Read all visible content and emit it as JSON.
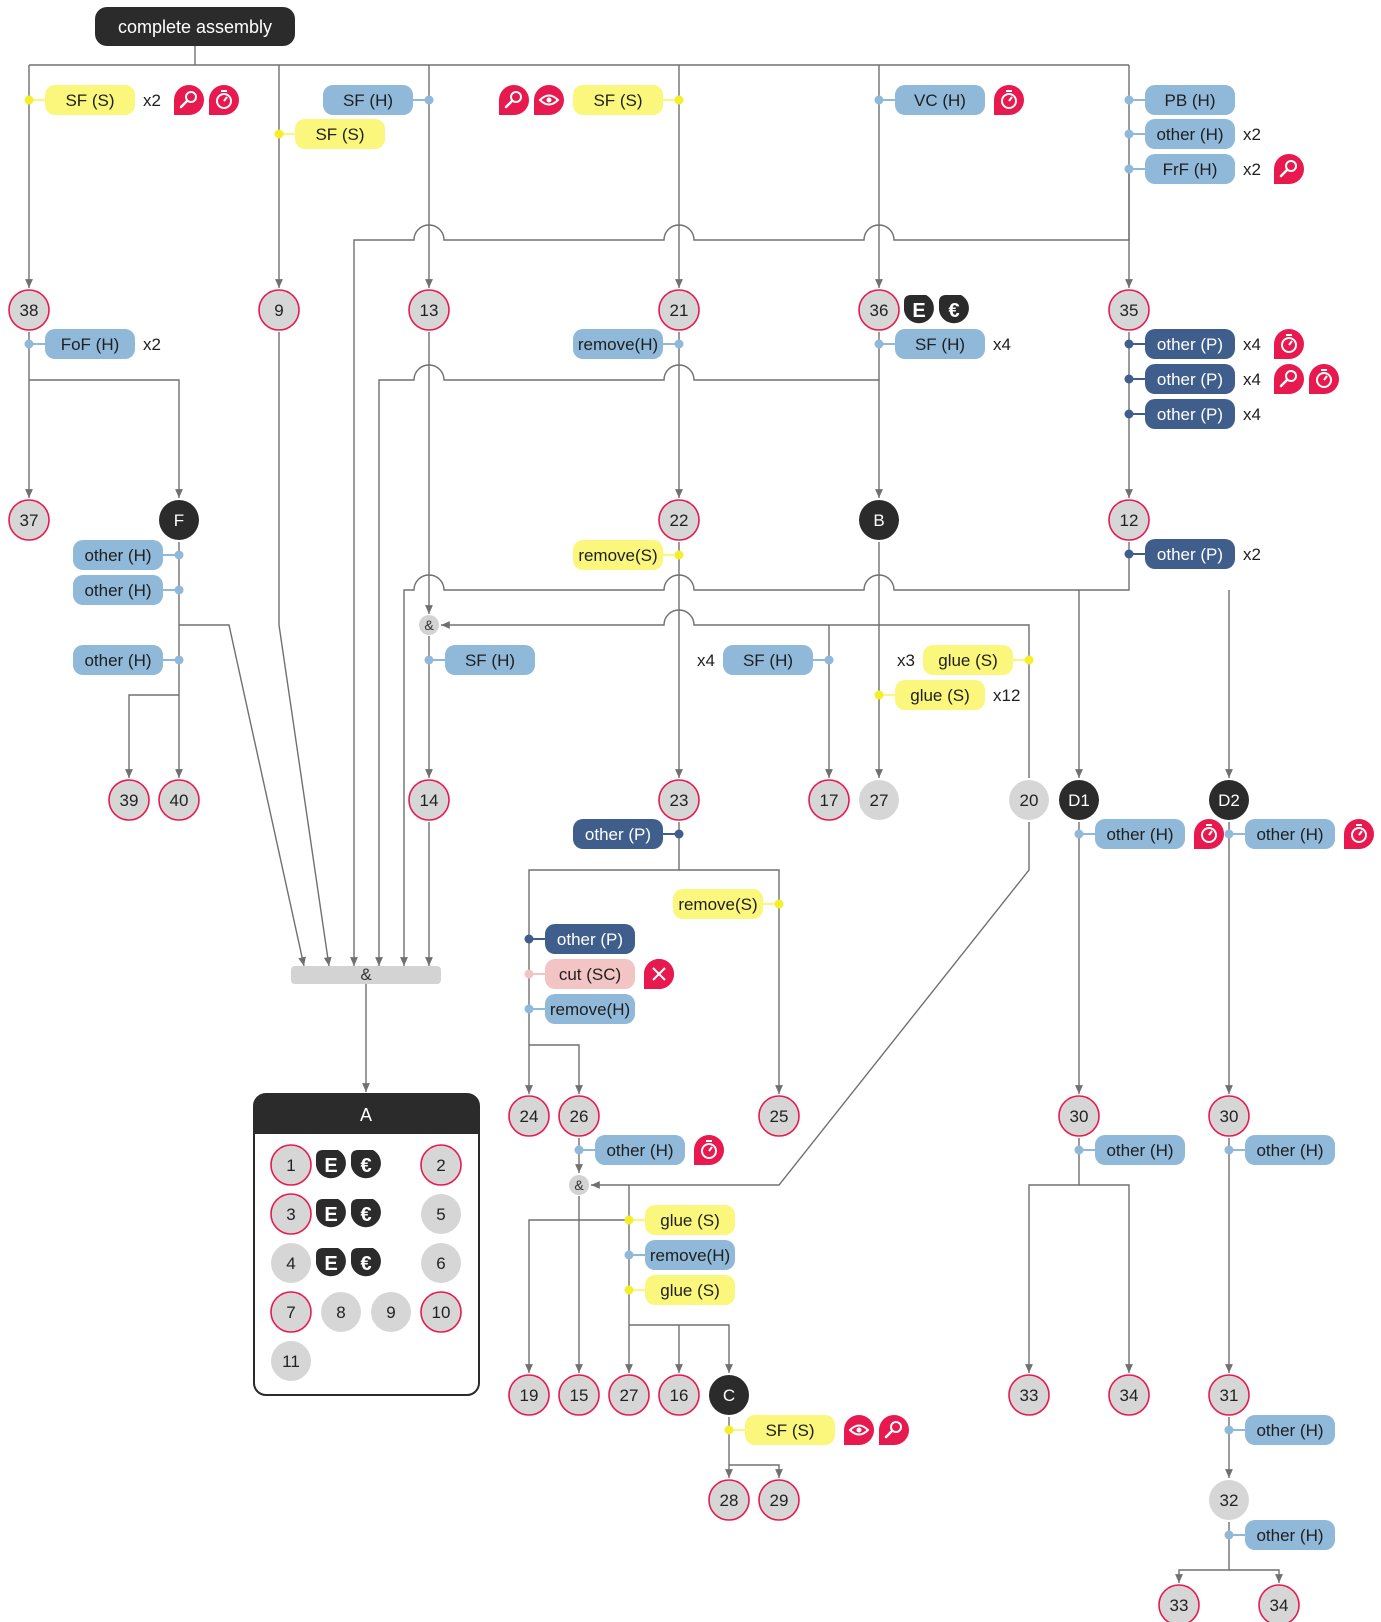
{
  "title": "complete assembly",
  "colors": {
    "S": "#fbf67c",
    "H": "#8fb8d9",
    "P": "#3f5e8c",
    "SC": "#f2c4c4",
    "alert": "#e8194e",
    "node_fill": "#d6d6d6",
    "node_border": "#e8194e",
    "hub": "#2b2b2b",
    "edge": "#707070"
  },
  "nodes": [
    {
      "id": "38",
      "label": "38",
      "kind": "circle",
      "red": true
    },
    {
      "id": "9",
      "label": "9",
      "kind": "circle",
      "red": true
    },
    {
      "id": "13",
      "label": "13",
      "kind": "circle",
      "red": true
    },
    {
      "id": "21",
      "label": "21",
      "kind": "circle",
      "red": true
    },
    {
      "id": "36",
      "label": "36",
      "kind": "circle",
      "red": true
    },
    {
      "id": "35",
      "label": "35",
      "kind": "circle",
      "red": true
    },
    {
      "id": "37",
      "label": "37",
      "kind": "circle",
      "red": true
    },
    {
      "id": "F",
      "label": "F",
      "kind": "hub"
    },
    {
      "id": "22",
      "label": "22",
      "kind": "circle",
      "red": true
    },
    {
      "id": "B",
      "label": "B",
      "kind": "hub"
    },
    {
      "id": "12",
      "label": "12",
      "kind": "circle",
      "red": true
    },
    {
      "id": "39",
      "label": "39",
      "kind": "circle",
      "red": true
    },
    {
      "id": "40",
      "label": "40",
      "kind": "circle",
      "red": true
    },
    {
      "id": "14",
      "label": "14",
      "kind": "circle",
      "red": true
    },
    {
      "id": "23",
      "label": "23",
      "kind": "circle",
      "red": true
    },
    {
      "id": "17",
      "label": "17",
      "kind": "circle",
      "red": true
    },
    {
      "id": "27a",
      "label": "27",
      "kind": "circle",
      "red": false
    },
    {
      "id": "20",
      "label": "20",
      "kind": "circle",
      "red": false
    },
    {
      "id": "D1",
      "label": "D1",
      "kind": "hub"
    },
    {
      "id": "D2",
      "label": "D2",
      "kind": "hub"
    },
    {
      "id": "24",
      "label": "24",
      "kind": "circle",
      "red": true
    },
    {
      "id": "26",
      "label": "26",
      "kind": "circle",
      "red": true
    },
    {
      "id": "25",
      "label": "25",
      "kind": "circle",
      "red": true
    },
    {
      "id": "30a",
      "label": "30",
      "kind": "circle",
      "red": true
    },
    {
      "id": "30b",
      "label": "30",
      "kind": "circle",
      "red": true
    },
    {
      "id": "19",
      "label": "19",
      "kind": "circle",
      "red": true
    },
    {
      "id": "15",
      "label": "15",
      "kind": "circle",
      "red": true
    },
    {
      "id": "27b",
      "label": "27",
      "kind": "circle",
      "red": true
    },
    {
      "id": "16",
      "label": "16",
      "kind": "circle",
      "red": true
    },
    {
      "id": "C",
      "label": "C",
      "kind": "hub"
    },
    {
      "id": "33a",
      "label": "33",
      "kind": "circle",
      "red": true
    },
    {
      "id": "34a",
      "label": "34",
      "kind": "circle",
      "red": true
    },
    {
      "id": "31",
      "label": "31",
      "kind": "circle",
      "red": true
    },
    {
      "id": "28",
      "label": "28",
      "kind": "circle",
      "red": true
    },
    {
      "id": "29",
      "label": "29",
      "kind": "circle",
      "red": true
    },
    {
      "id": "32",
      "label": "32",
      "kind": "circle",
      "red": false
    },
    {
      "id": "33b",
      "label": "33",
      "kind": "circle",
      "red": true
    },
    {
      "id": "34b",
      "label": "34",
      "kind": "circle",
      "red": true
    }
  ],
  "joins": [
    {
      "id": "j1",
      "label": "&"
    },
    {
      "id": "j2",
      "label": "&"
    },
    {
      "id": "bar",
      "label": "&"
    }
  ],
  "operations": [
    {
      "id": "o1",
      "label": "SF (S)",
      "type": "S",
      "mult": "x2",
      "icons": [
        "search-icon",
        "timer-icon"
      ]
    },
    {
      "id": "o2",
      "label": "SF (H)",
      "type": "H",
      "mult": "",
      "icons": []
    },
    {
      "id": "o3",
      "label": "SF (S)",
      "type": "S",
      "mult": "",
      "icons": []
    },
    {
      "id": "o4",
      "label": "SF (S)",
      "type": "S",
      "mult": "",
      "icons": [
        "eye-icon",
        "search-icon"
      ]
    },
    {
      "id": "o5",
      "label": "VC (H)",
      "type": "H",
      "mult": "",
      "icons": [
        "timer-icon"
      ]
    },
    {
      "id": "o6",
      "label": "PB (H)",
      "type": "H",
      "mult": "",
      "icons": []
    },
    {
      "id": "o7",
      "label": "other (H)",
      "type": "H",
      "mult": "x2",
      "icons": []
    },
    {
      "id": "o8",
      "label": "FrF (H)",
      "type": "H",
      "mult": "x2",
      "icons": [
        "search-icon"
      ]
    },
    {
      "id": "o9",
      "label": "FoF (H)",
      "type": "H",
      "mult": "x2",
      "icons": []
    },
    {
      "id": "o10",
      "label": "remove(H)",
      "type": "H",
      "mult": "",
      "icons": []
    },
    {
      "id": "o11",
      "label": "SF (H)",
      "type": "H",
      "mult": "x4",
      "icons": []
    },
    {
      "id": "o12",
      "label": "other (P)",
      "type": "P",
      "mult": "x4",
      "icons": [
        "timer-icon"
      ]
    },
    {
      "id": "o13",
      "label": "other (P)",
      "type": "P",
      "mult": "x4",
      "icons": [
        "search-icon",
        "timer-icon"
      ]
    },
    {
      "id": "o14",
      "label": "other (P)",
      "type": "P",
      "mult": "x4",
      "icons": []
    },
    {
      "id": "o15",
      "label": "other (H)",
      "type": "H",
      "mult": "",
      "icons": []
    },
    {
      "id": "o16",
      "label": "other (H)",
      "type": "H",
      "mult": "",
      "icons": []
    },
    {
      "id": "o17",
      "label": "remove(S)",
      "type": "S",
      "mult": "",
      "icons": []
    },
    {
      "id": "o18",
      "label": "other (P)",
      "type": "P",
      "mult": "x2",
      "icons": []
    },
    {
      "id": "o19",
      "label": "other (H)",
      "type": "H",
      "mult": "",
      "icons": []
    },
    {
      "id": "o20",
      "label": "SF (H)",
      "type": "H",
      "mult": "",
      "icons": []
    },
    {
      "id": "o21",
      "label": "SF (H)",
      "type": "H",
      "mult": "x4",
      "icons": []
    },
    {
      "id": "o22",
      "label": "glue (S)",
      "type": "S",
      "mult": "x3",
      "icons": []
    },
    {
      "id": "o23",
      "label": "glue (S)",
      "type": "S",
      "mult": "x12",
      "icons": []
    },
    {
      "id": "o24",
      "label": "other (P)",
      "type": "P",
      "mult": "",
      "icons": []
    },
    {
      "id": "o25",
      "label": "other (H)",
      "type": "H",
      "mult": "",
      "icons": [
        "timer-icon"
      ]
    },
    {
      "id": "o26",
      "label": "other (H)",
      "type": "H",
      "mult": "",
      "icons": [
        "timer-icon"
      ]
    },
    {
      "id": "o27",
      "label": "remove(S)",
      "type": "S",
      "mult": "",
      "icons": []
    },
    {
      "id": "o28",
      "label": "other (P)",
      "type": "P",
      "mult": "",
      "icons": []
    },
    {
      "id": "o29",
      "label": "cut (SC)",
      "type": "SC",
      "mult": "",
      "icons": [
        "cross-icon"
      ]
    },
    {
      "id": "o30",
      "label": "remove(H)",
      "type": "H",
      "mult": "",
      "icons": []
    },
    {
      "id": "o31",
      "label": "other (H)",
      "type": "H",
      "mult": "",
      "icons": [
        "timer-icon"
      ]
    },
    {
      "id": "o32",
      "label": "other (H)",
      "type": "H",
      "mult": "",
      "icons": []
    },
    {
      "id": "o33",
      "label": "other (H)",
      "type": "H",
      "mult": "",
      "icons": []
    },
    {
      "id": "o34",
      "label": "glue (S)",
      "type": "S",
      "mult": "",
      "icons": []
    },
    {
      "id": "o35",
      "label": "remove(H)",
      "type": "H",
      "mult": "",
      "icons": []
    },
    {
      "id": "o36",
      "label": "glue (S)",
      "type": "S",
      "mult": "",
      "icons": []
    },
    {
      "id": "o37",
      "label": "SF (S)",
      "type": "S",
      "mult": "",
      "icons": [
        "eye-icon",
        "search-icon"
      ]
    },
    {
      "id": "o38",
      "label": "other (H)",
      "type": "H",
      "mult": "",
      "icons": []
    },
    {
      "id": "o39",
      "label": "other (H)",
      "type": "H",
      "mult": "",
      "icons": []
    }
  ],
  "node_badges": [
    {
      "id": "b36",
      "node": "36",
      "icons": [
        "e-icon",
        "euro-icon"
      ]
    }
  ],
  "legend": {
    "title": "A",
    "items": [
      {
        "label": "1",
        "red": true,
        "icons": [
          "e-icon",
          "euro-icon"
        ]
      },
      {
        "label": "2",
        "red": true,
        "icons": []
      },
      {
        "label": "3",
        "red": true,
        "icons": [
          "e-icon",
          "euro-icon"
        ]
      },
      {
        "label": "5",
        "red": false,
        "icons": []
      },
      {
        "label": "4",
        "red": false,
        "icons": [
          "e-icon",
          "euro-icon"
        ]
      },
      {
        "label": "6",
        "red": false,
        "icons": []
      },
      {
        "label": "7",
        "red": true,
        "icons": []
      },
      {
        "label": "8",
        "red": false,
        "icons": []
      },
      {
        "label": "9",
        "red": false,
        "icons": []
      },
      {
        "label": "10",
        "red": true,
        "icons": []
      },
      {
        "label": "11",
        "red": false,
        "icons": []
      }
    ]
  }
}
